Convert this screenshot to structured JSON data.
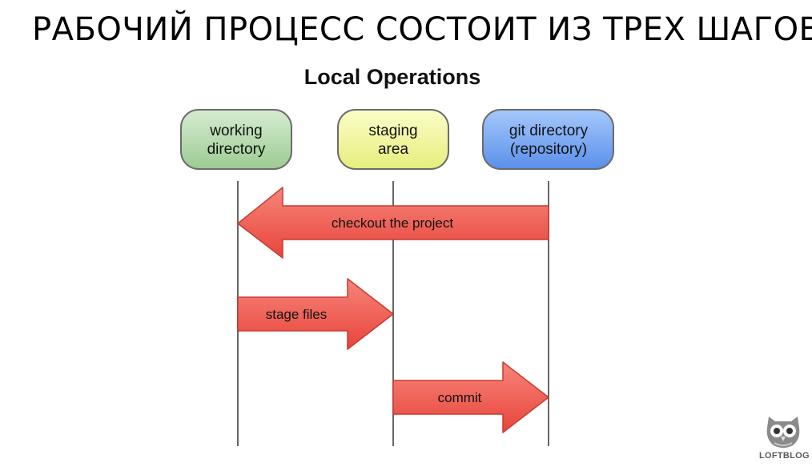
{
  "slide_title": "РАБОЧИЙ ПРОЦЕСС СОСТОИТ ИЗ ТРЕХ ШАГОВ",
  "diagram": {
    "title": "Local Operations",
    "areas": [
      {
        "id": "working",
        "lines": [
          "working",
          "directory"
        ],
        "color": "#b9dbb1"
      },
      {
        "id": "staging",
        "lines": [
          "staging",
          "area"
        ],
        "color": "#f0f5a0"
      },
      {
        "id": "git",
        "lines": [
          "git directory",
          "(repository)"
        ],
        "color": "#7aaaf1"
      }
    ],
    "arrows": [
      {
        "label": "checkout the project",
        "from": "git",
        "to": "working"
      },
      {
        "label": "stage files",
        "from": "working",
        "to": "staging"
      },
      {
        "label": "commit",
        "from": "staging",
        "to": "git"
      }
    ],
    "arrow_color": "#f0584e"
  },
  "logo": {
    "text": "LOFTBLOG",
    "icon": "owl-icon"
  }
}
